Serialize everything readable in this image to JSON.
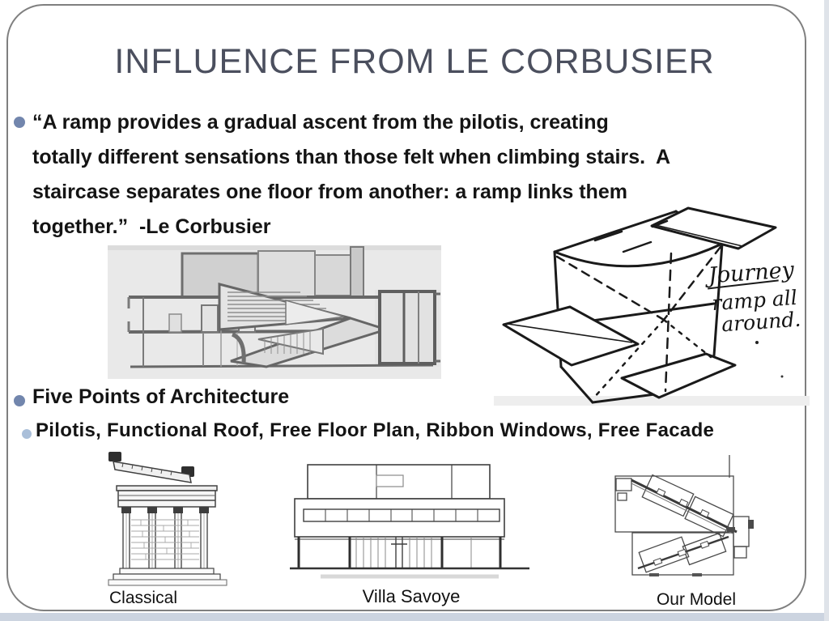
{
  "slide": {
    "title": "INFLUENCE FROM LE CORBUSIER",
    "quote": {
      "lines": [
        "“A ramp provides a gradual ascent from the pilotis, creating",
        "totally different sensations than those felt when climbing stairs.  A",
        "staircase separates one floor from another: a ramp links them",
        "together.”  -Le Corbusier"
      ]
    },
    "bullets": [
      {
        "level": 1,
        "text": "Five Points of Architecture"
      },
      {
        "level": 2,
        "text": "Pilotis, Functional Roof, Free Floor Plan, Ribbon Windows, Free Facade"
      }
    ],
    "sketch_note": {
      "line1": "Journey",
      "line2": "ramp all",
      "line3": "around."
    },
    "captions": {
      "left": "Classical",
      "center": "Villa Savoye",
      "right": "Our Model"
    },
    "colors": {
      "title_text": "#4b4f5e",
      "body_text": "#141414",
      "bullet_level1": "#7286ad",
      "bullet_level2": "#aabfd9",
      "slide_border": "#7f7f7f",
      "bottom_strip": "#ccd4e0",
      "right_strip": "#dfe3e9"
    }
  }
}
